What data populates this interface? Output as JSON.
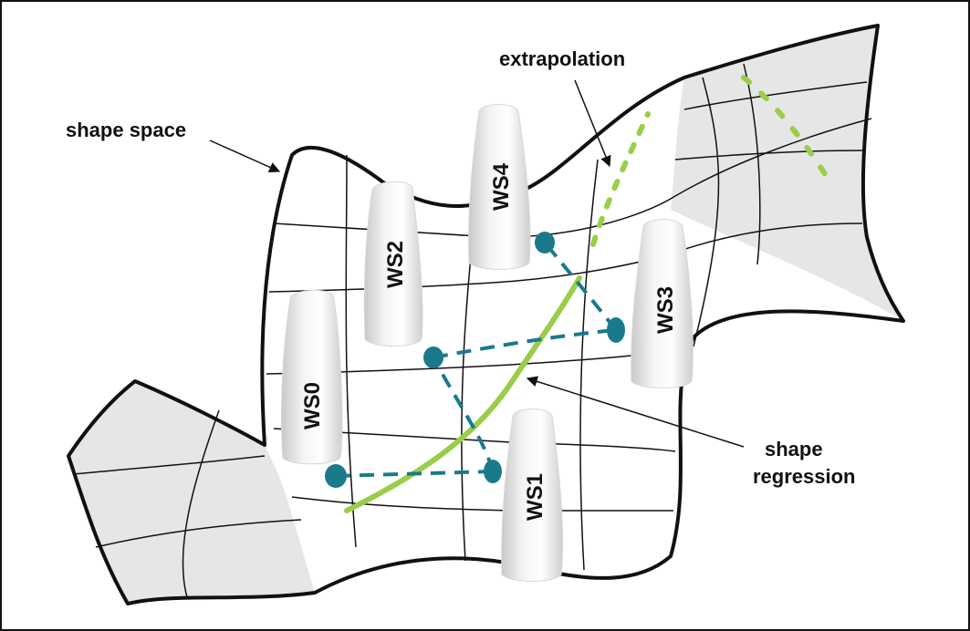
{
  "labels": {
    "shape_space": "shape space",
    "extrapolation": "extrapolation",
    "shape_regression_line1": "shape",
    "shape_regression_line2": "regression"
  },
  "teeth": {
    "ws0": "WS0",
    "ws1": "WS1",
    "ws2": "WS2",
    "ws3": "WS3",
    "ws4": "WS4"
  },
  "colors": {
    "regression": "#9acd4a",
    "connector": "#1a7a8c",
    "surface_fill": "#e6e6e6",
    "outline": "#111111"
  }
}
